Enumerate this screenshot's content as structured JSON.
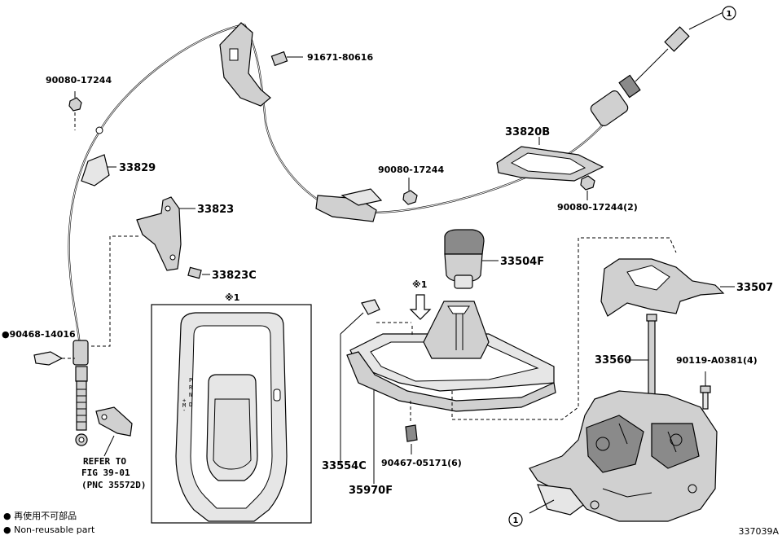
{
  "parts": {
    "p_91671_80616": "91671-80616",
    "p_90080_17244_a": "90080-17244",
    "p_33829": "33829",
    "p_33823": "33823",
    "p_33823C": "33823C",
    "p_90468_14016": "90468-14016",
    "p_33820B": "33820B",
    "p_90080_17244_b": "90080-17244",
    "p_90080_17244_2": "90080-17244(2)",
    "p_33504F": "33504F",
    "p_33507": "33507",
    "p_33560": "33560",
    "p_90119_A0381": "90119-A0381(4)",
    "p_33554C": "33554C",
    "p_90467_05171": "90467-05171(6)",
    "p_35970F": "35970F"
  },
  "refer": {
    "line1": "REFER TO",
    "line2": "FIG 39-01",
    "line3": "(PNC 35572D)"
  },
  "markers": {
    "circle_one": "①",
    "note_mark": "※1",
    "bullet": "●"
  },
  "gate": {
    "p": "P",
    "r": "R",
    "n": "N",
    "plus": "+",
    "m": "M",
    "minus": "-",
    "d": "D"
  },
  "legend": {
    "line_jp": "● 再使用不可部品",
    "line_en": "● Non-reusable part"
  },
  "diagram_id": "337039A"
}
